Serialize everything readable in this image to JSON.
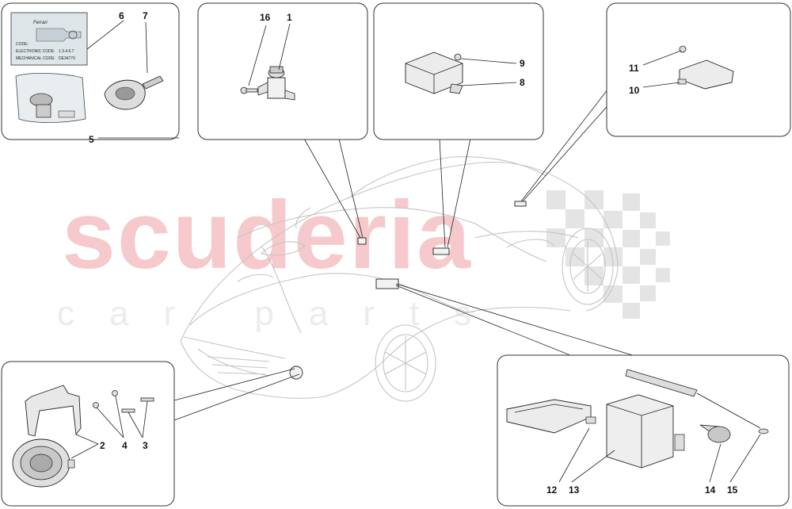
{
  "watermark": {
    "primary": "scuderia",
    "secondary": "car parts"
  },
  "callouts": {
    "c1": "1",
    "c2": "2",
    "c3": "3",
    "c4": "4",
    "c5": "5",
    "c6": "6",
    "c7": "7",
    "c8": "8",
    "c9": "9",
    "c10": "10",
    "c11": "11",
    "c12": "12",
    "c13": "13",
    "c14": "14",
    "c15": "15",
    "c16": "16"
  },
  "key_tag": {
    "brand": "Ferrari",
    "code_label": "CODE:",
    "electronic_code_label": "ELECTRONIC CODE:",
    "electronic_code_value": "1.3.4.6.7",
    "mechanical_code_label": "MECHANICAL CODE:",
    "mechanical_code_value": "DE34770"
  },
  "colors": {
    "watermark_red": "#f6c9cc",
    "watermark_gray": "#ececec",
    "line": "#222222",
    "car_outline": "#c4c4c4"
  }
}
